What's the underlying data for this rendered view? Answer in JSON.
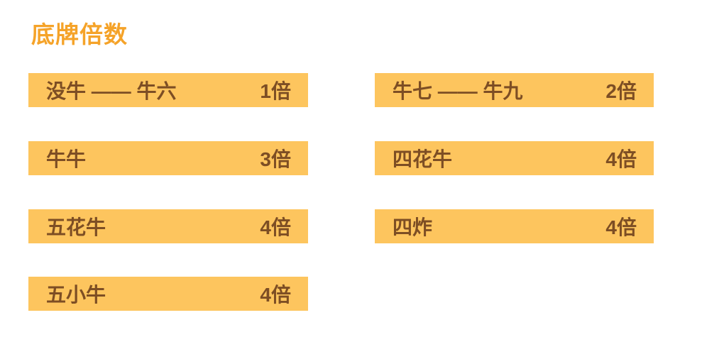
{
  "title": "底牌倍数",
  "colors": {
    "title_orange": "#F5A329",
    "bar_background": "#FDC55E",
    "bar_text_brown": "#7D4E24",
    "page_background": "#FFFFFF"
  },
  "multiplier_table": {
    "left_column": [
      {
        "hand": "没牛 —— 牛六",
        "multiplier": "1倍"
      },
      {
        "hand": "牛牛",
        "multiplier": "3倍"
      },
      {
        "hand": "五花牛",
        "multiplier": "4倍"
      },
      {
        "hand": "五小牛",
        "multiplier": "4倍"
      }
    ],
    "right_column": [
      {
        "hand": "牛七 —— 牛九",
        "multiplier": "2倍"
      },
      {
        "hand": "四花牛",
        "multiplier": "4倍"
      },
      {
        "hand": "四炸",
        "multiplier": "4倍"
      }
    ]
  }
}
